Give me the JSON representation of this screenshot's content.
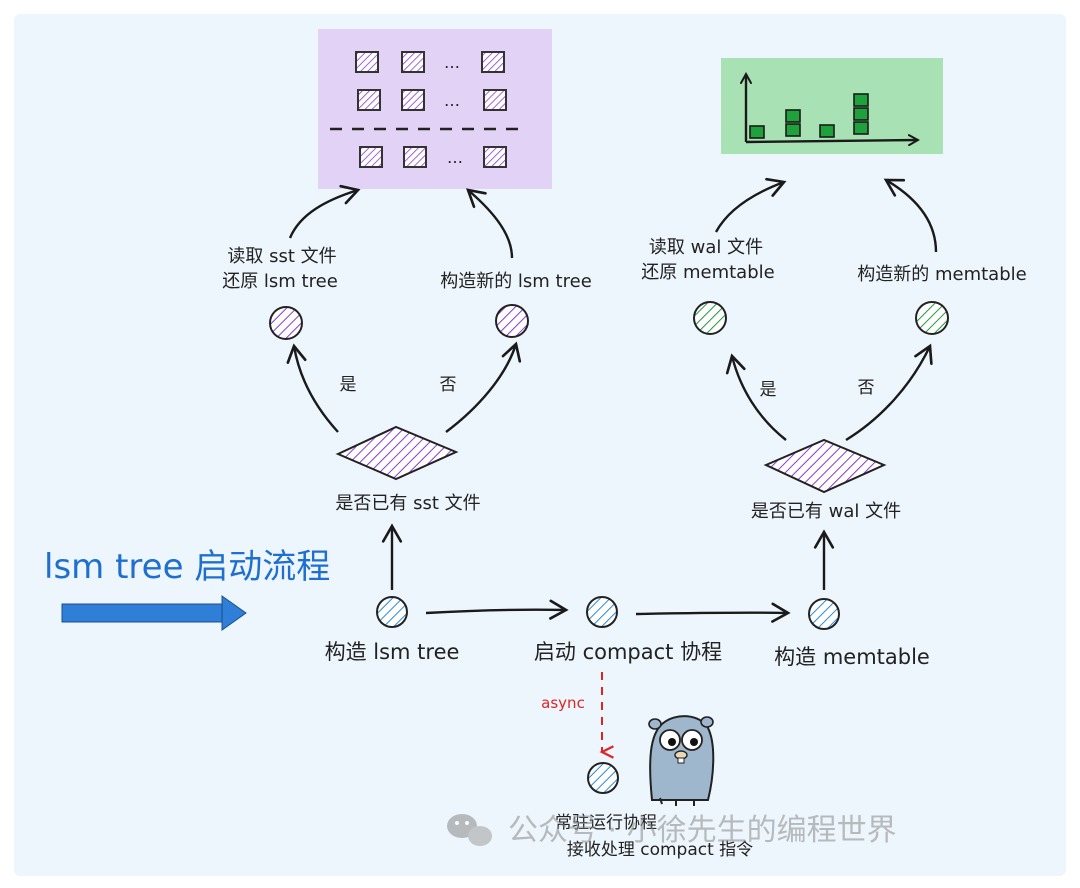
{
  "title": "lsm tree 启动流程",
  "colors": {
    "background": "#eef6fd",
    "purple_fill": "#e2d2f5",
    "purple_stroke": "#8a3cc9",
    "green_fill": "#a8e2b4",
    "green_stroke": "#1f9a3a",
    "blue_node": "#2a8ad8",
    "arrow_blue": "#2f7ed8",
    "async_red": "#e02424"
  },
  "nodes": {
    "build_lsm_tree": "构造 lsm tree",
    "start_compact": "启动 compact 协程",
    "build_memtable": "构造 memtable",
    "resident_line1": "常驻运行协程",
    "resident_line2": "接收处理 compact 指令"
  },
  "async_label": "async",
  "sst_branch": {
    "decision": "是否已有 sst 文件",
    "yes": "是",
    "no": "否",
    "left_line1": "读取 sst 文件",
    "left_line2": "还原 lsm tree",
    "right": "构造新的 lsm tree",
    "ellipsis": "…"
  },
  "wal_branch": {
    "decision": "是否已有 wal 文件",
    "yes": "是",
    "no": "否",
    "left_line1": "读取 wal 文件",
    "left_line2": "还原 memtable",
    "right": "构造新的 memtable"
  },
  "watermark": "公众号 · 小徐先生的编程世界",
  "icons": {
    "mascot": "gopher-mascot-icon",
    "wechat": "wechat-icon"
  }
}
